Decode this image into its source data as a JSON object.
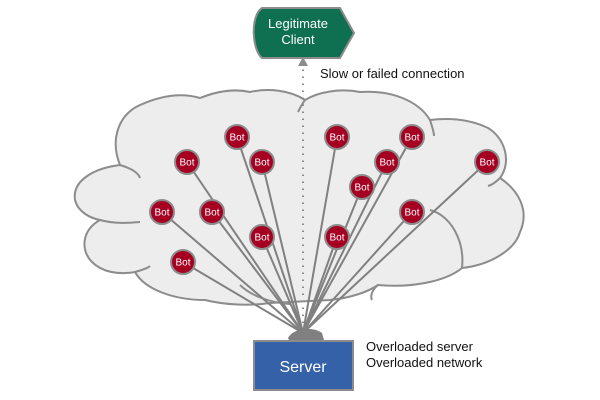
{
  "client": {
    "line1": "Legitimate",
    "line2": "Client",
    "color": "#0e7050"
  },
  "connection_label": "Slow or failed connection",
  "server": {
    "label": "Server",
    "color": "#3461a8"
  },
  "server_notes": [
    "Overloaded server",
    "Overloaded network"
  ],
  "cloud_color": "#ededed",
  "bot_color": "#a50021",
  "bots": [
    {
      "label": "Bot"
    },
    {
      "label": "Bot"
    },
    {
      "label": "Bot"
    },
    {
      "label": "Bot"
    },
    {
      "label": "Bot"
    },
    {
      "label": "Bot"
    },
    {
      "label": "Bot"
    },
    {
      "label": "Bot"
    },
    {
      "label": "Bot"
    },
    {
      "label": "Bot"
    },
    {
      "label": "Bot"
    },
    {
      "label": "Bot"
    },
    {
      "label": "Bot"
    },
    {
      "label": "Bot"
    }
  ]
}
